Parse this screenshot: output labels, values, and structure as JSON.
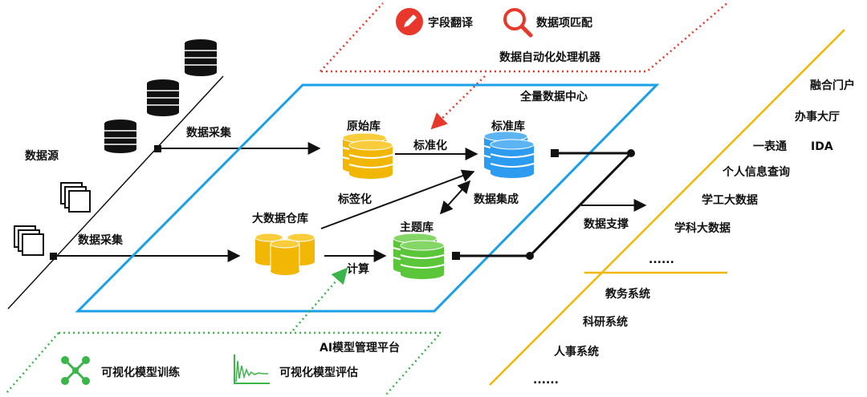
{
  "sources": {
    "title": "数据源",
    "collect_top": "数据采集",
    "collect_bottom": "数据采集"
  },
  "processor": {
    "title": "数据自动化处理机器",
    "field_translate": "字段翻译",
    "item_match": "数据项匹配",
    "colors": {
      "border": "#e8372b",
      "icon": "#e8372b"
    }
  },
  "center": {
    "title": "全量数据中心",
    "raw_db": "原始库",
    "standard_db": "标准库",
    "warehouse": "大数据仓库",
    "subject_db": "主题库",
    "standardize": "标准化",
    "tagging": "标签化",
    "integration": "数据集成",
    "compute": "计算",
    "colors": {
      "border": "#1aa0e8",
      "raw": "#f2b705",
      "standard": "#2d9bef",
      "subject": "#5cc63a"
    }
  },
  "support": {
    "label": "数据支撑",
    "top_items": [
      "融合门户",
      "办事大厅",
      "一表通",
      "IDA",
      "个人信息查询",
      "学工大数据",
      "学科大数据",
      "......"
    ],
    "bottom_items": [
      "教务系统",
      "科研系统",
      "人事系统",
      "......"
    ],
    "colors": {
      "divider": "#f2b705"
    }
  },
  "ai_platform": {
    "title": "AI模型管理平台",
    "train": "可视化模型训练",
    "evaluate": "可视化模型评估",
    "colors": {
      "border": "#3ab54a",
      "icon": "#3ab54a"
    }
  }
}
